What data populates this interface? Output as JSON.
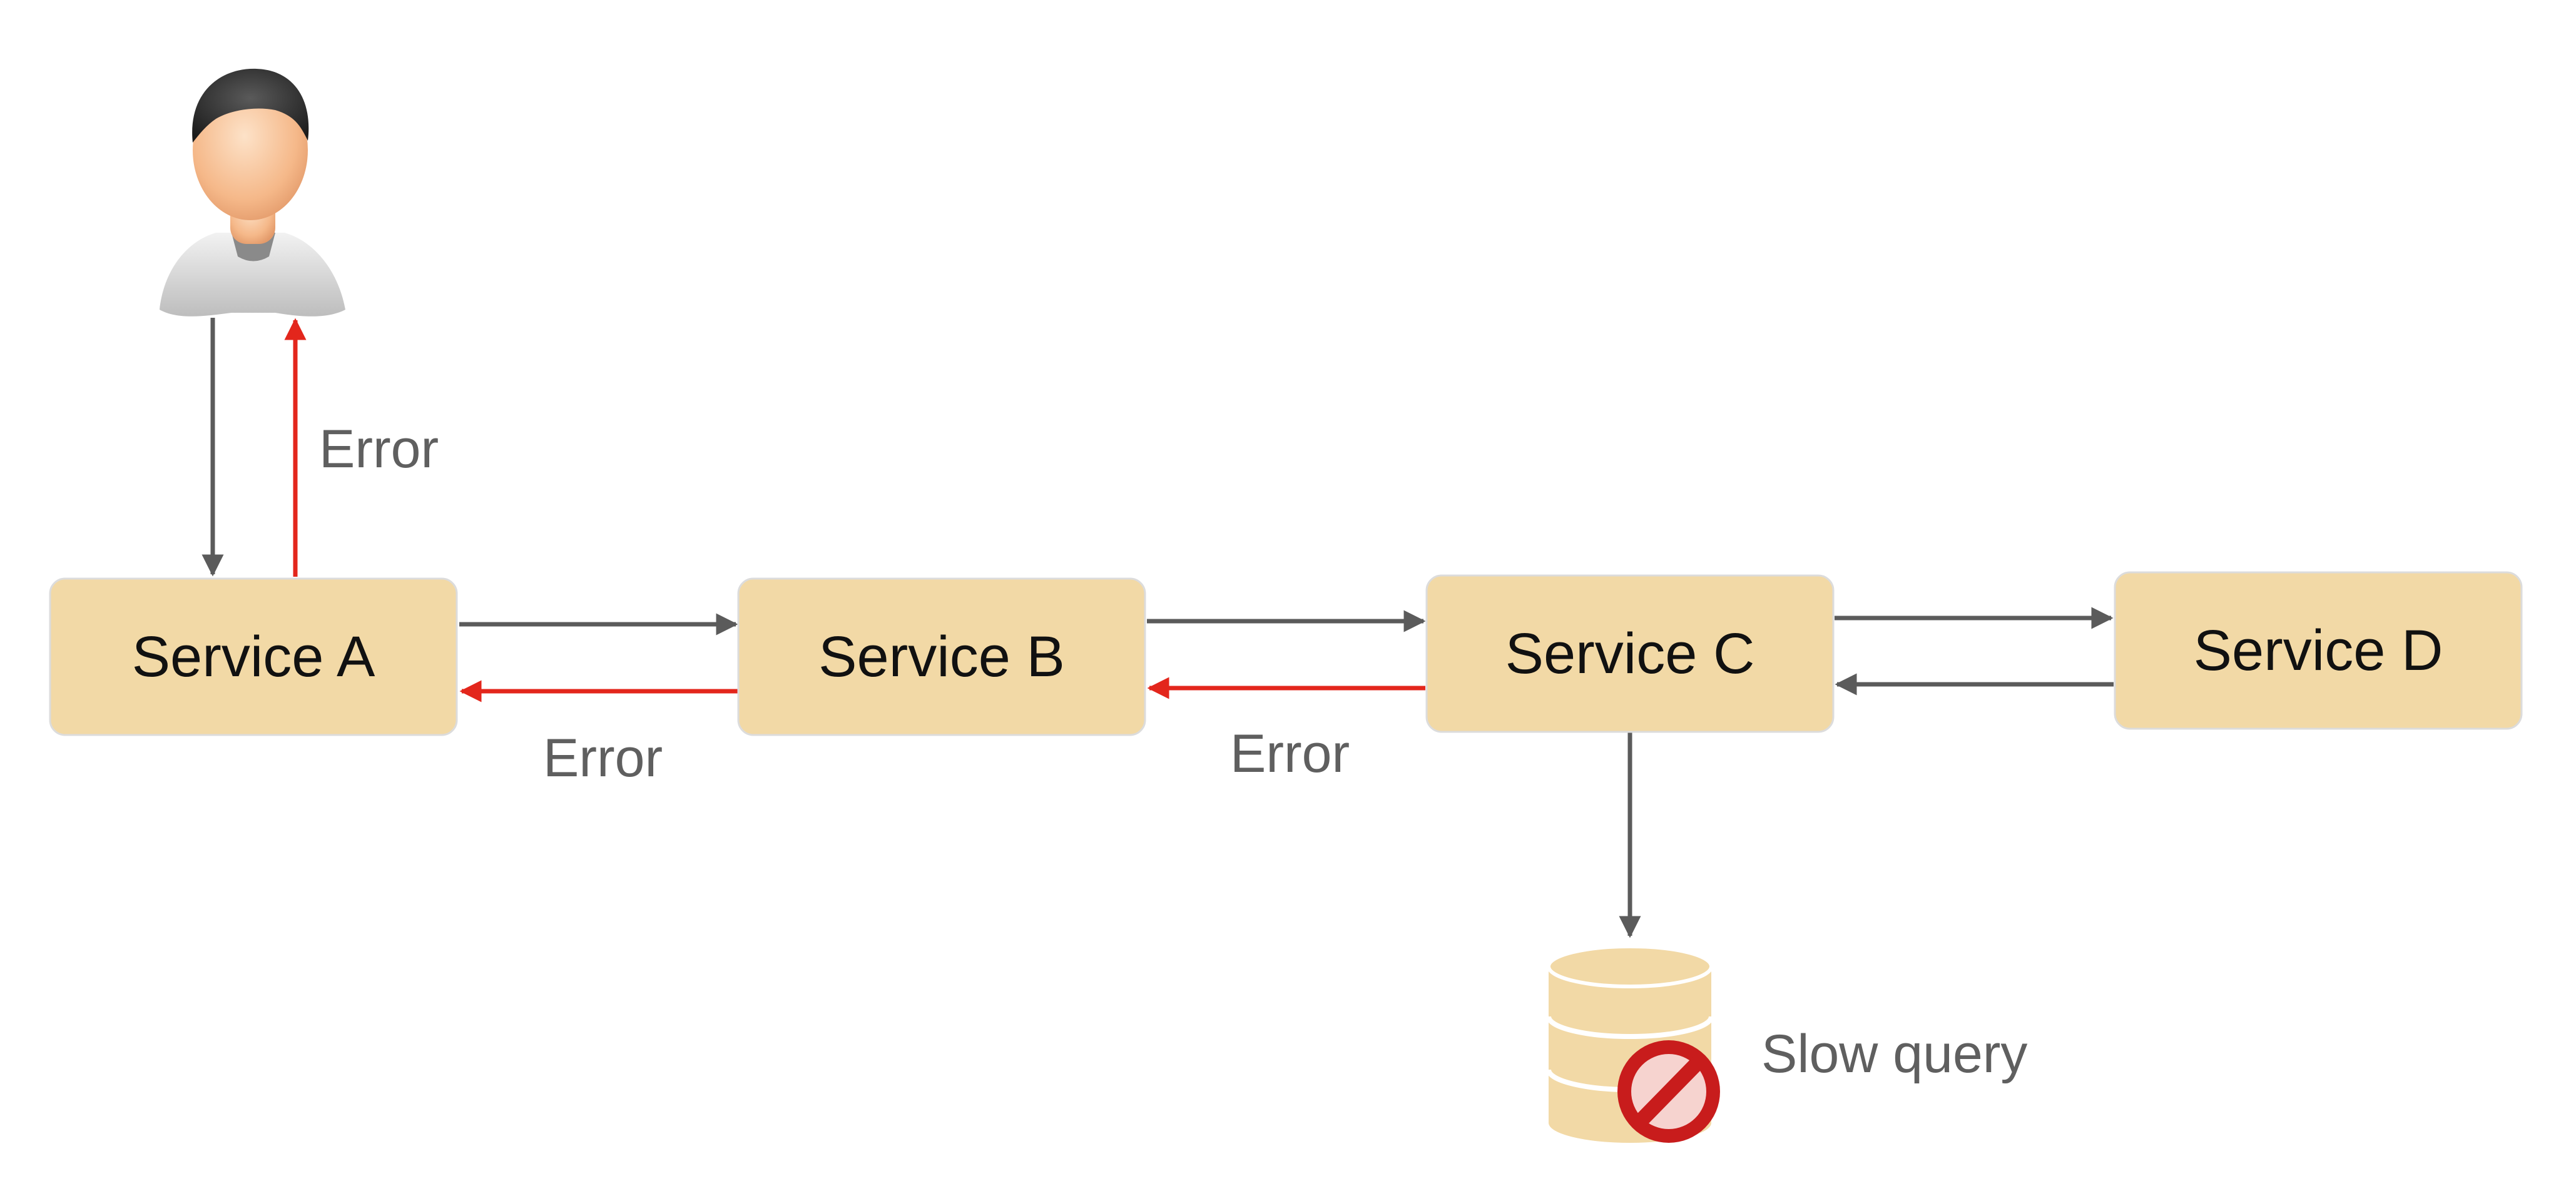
{
  "colors": {
    "box_fill": "#f2d9a6",
    "box_stroke": "#dcdcdc",
    "node_text": "#111111",
    "flow_arrow": "#5b5b5b",
    "error_arrow": "#e3261c",
    "label_text": "#5f5f5f",
    "db_fill": "#f2d9a6",
    "db_stroke": "#ffffff",
    "no_sign_fill": "#f6d3cf",
    "no_sign_stroke": "#c81c1c"
  },
  "user": {
    "icon": "user-avatar-icon"
  },
  "services": [
    {
      "id": "a",
      "label": "Service A"
    },
    {
      "id": "b",
      "label": "Service B"
    },
    {
      "id": "c",
      "label": "Service C"
    },
    {
      "id": "d",
      "label": "Service D"
    }
  ],
  "database": {
    "icon": "database-icon",
    "status_icon": "no-entry-icon",
    "label": "Slow query"
  },
  "edges": [
    {
      "from": "user",
      "to": "service-a",
      "kind": "request"
    },
    {
      "from": "service-a",
      "to": "user",
      "kind": "error",
      "label": "Error"
    },
    {
      "from": "service-a",
      "to": "service-b",
      "kind": "request"
    },
    {
      "from": "service-b",
      "to": "service-a",
      "kind": "error",
      "label": "Error"
    },
    {
      "from": "service-b",
      "to": "service-c",
      "kind": "request"
    },
    {
      "from": "service-c",
      "to": "service-b",
      "kind": "error",
      "label": "Error"
    },
    {
      "from": "service-c",
      "to": "service-d",
      "kind": "request"
    },
    {
      "from": "service-d",
      "to": "service-c",
      "kind": "response"
    },
    {
      "from": "service-c",
      "to": "database",
      "kind": "query"
    }
  ]
}
